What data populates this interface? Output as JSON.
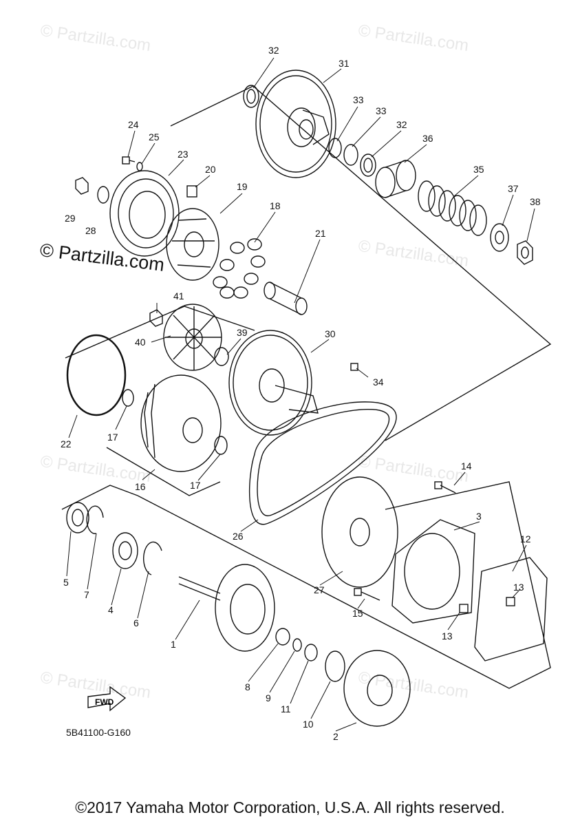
{
  "watermarks": {
    "light": "© Partzilla.com",
    "brand": "© Partzilla.com"
  },
  "diagram": {
    "part_code": "5B41100-G160",
    "fwd_label": "FWD",
    "copyright": "©2017 Yamaha Motor Corporation, U.S.A. All rights reserved."
  },
  "callouts": [
    {
      "id": "c32a",
      "num": "32"
    },
    {
      "id": "c31",
      "num": "31"
    },
    {
      "id": "c33a",
      "num": "33"
    },
    {
      "id": "c33b",
      "num": "33"
    },
    {
      "id": "c32b",
      "num": "32"
    },
    {
      "id": "c36",
      "num": "36"
    },
    {
      "id": "c35",
      "num": "35"
    },
    {
      "id": "c37",
      "num": "37"
    },
    {
      "id": "c38",
      "num": "38"
    },
    {
      "id": "c24",
      "num": "24"
    },
    {
      "id": "c25",
      "num": "25"
    },
    {
      "id": "c23",
      "num": "23"
    },
    {
      "id": "c20",
      "num": "20"
    },
    {
      "id": "c19",
      "num": "19"
    },
    {
      "id": "c18",
      "num": "18"
    },
    {
      "id": "c21",
      "num": "21"
    },
    {
      "id": "c29",
      "num": "29"
    },
    {
      "id": "c28",
      "num": "28"
    },
    {
      "id": "c41",
      "num": "41"
    },
    {
      "id": "c40",
      "num": "40"
    },
    {
      "id": "c39",
      "num": "39"
    },
    {
      "id": "c30",
      "num": "30"
    },
    {
      "id": "c34",
      "num": "34"
    },
    {
      "id": "c22",
      "num": "22"
    },
    {
      "id": "c17a",
      "num": "17"
    },
    {
      "id": "c17b",
      "num": "17"
    },
    {
      "id": "c16",
      "num": "16"
    },
    {
      "id": "c14",
      "num": "14"
    },
    {
      "id": "c3",
      "num": "3"
    },
    {
      "id": "c12",
      "num": "12"
    },
    {
      "id": "c26",
      "num": "26"
    },
    {
      "id": "c27",
      "num": "27"
    },
    {
      "id": "c5",
      "num": "5"
    },
    {
      "id": "c7",
      "num": "7"
    },
    {
      "id": "c4",
      "num": "4"
    },
    {
      "id": "c6",
      "num": "6"
    },
    {
      "id": "c1",
      "num": "1"
    },
    {
      "id": "c15",
      "num": "15"
    },
    {
      "id": "c13a",
      "num": "13"
    },
    {
      "id": "c13b",
      "num": "13"
    },
    {
      "id": "c8",
      "num": "8"
    },
    {
      "id": "c9",
      "num": "9"
    },
    {
      "id": "c11",
      "num": "11"
    },
    {
      "id": "c10",
      "num": "10"
    },
    {
      "id": "c2",
      "num": "2"
    }
  ]
}
